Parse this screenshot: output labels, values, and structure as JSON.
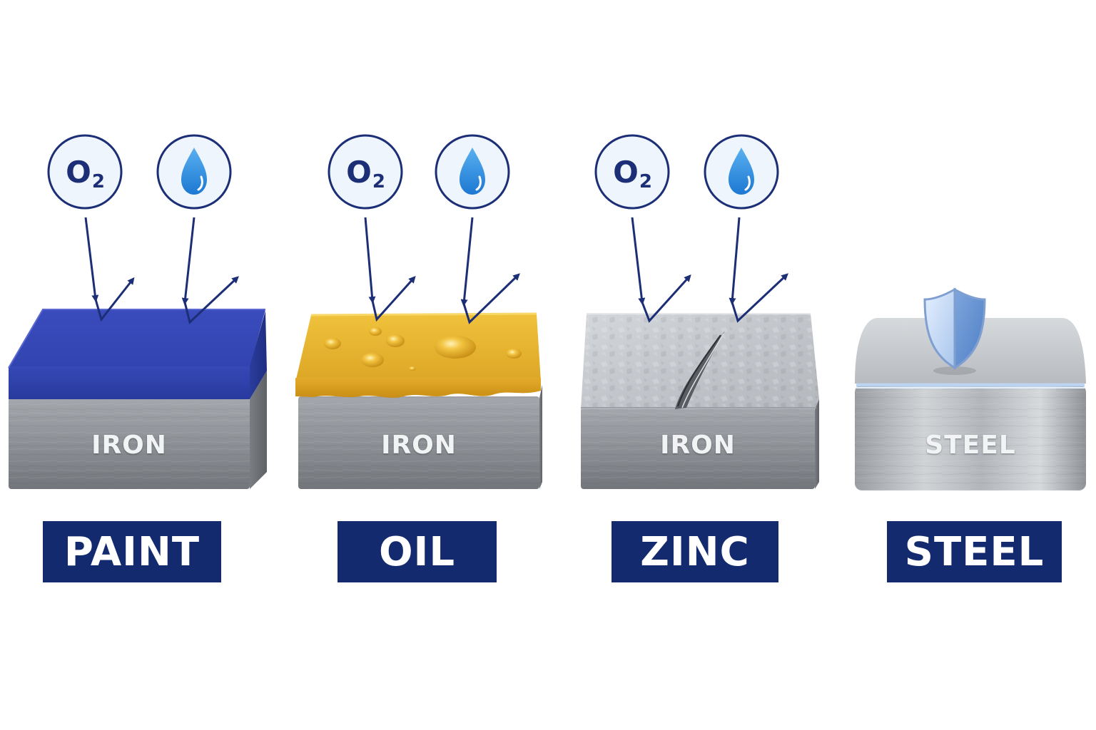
{
  "panels": [
    {
      "id": "paint",
      "coating": "PAINT",
      "metal": "IRON",
      "coating_color": "#3346b8",
      "exposure": [
        "O2",
        "water-drop"
      ]
    },
    {
      "id": "oil",
      "coating": "OIL",
      "metal": "IRON",
      "coating_color": "#e0a92e",
      "exposure": [
        "O2",
        "water-drop"
      ]
    },
    {
      "id": "zinc",
      "coating": "ZINC",
      "metal": "IRON",
      "coating_color": "#c7cbd0",
      "exposure": [
        "O2",
        "water-drop"
      ]
    },
    {
      "id": "steel",
      "coating": "STEEL",
      "metal": "STEEL",
      "coating_color": "#b9d3ef",
      "exposure": [
        "shield"
      ]
    }
  ],
  "o2_symbol": {
    "main": "O",
    "sub": "2"
  },
  "colors": {
    "label_bg": "#142a6e",
    "arrow": "#1c2f76",
    "circle_fill": "#eef5fd",
    "water": "#2b8fe0",
    "iron": "#8c9096"
  },
  "icons": [
    "oxygen-icon",
    "water-drop-icon",
    "shield-icon"
  ]
}
